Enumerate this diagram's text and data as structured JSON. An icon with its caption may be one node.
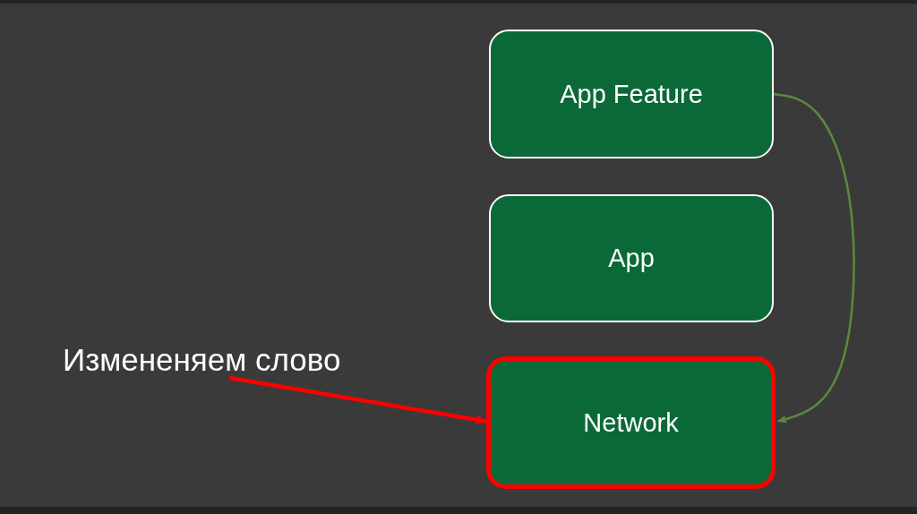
{
  "diagram": {
    "nodes": [
      {
        "text": [
          "App Feature"
        ]
      },
      {
        "text": [
          "App"
        ]
      },
      {
        "text": [
          "Измененяем слово"
        ]
      },
      {
        "text": [
          "Network"
        ]
      }
    ],
    "edges": [
      {
        "from": 0,
        "to": 3,
        "arrow": "to",
        "color": "#5a8a3c"
      },
      {
        "from": 2,
        "to": 3,
        "arrow": "to",
        "style": "thick",
        "color": "#ff0000"
      }
    ]
  }
}
